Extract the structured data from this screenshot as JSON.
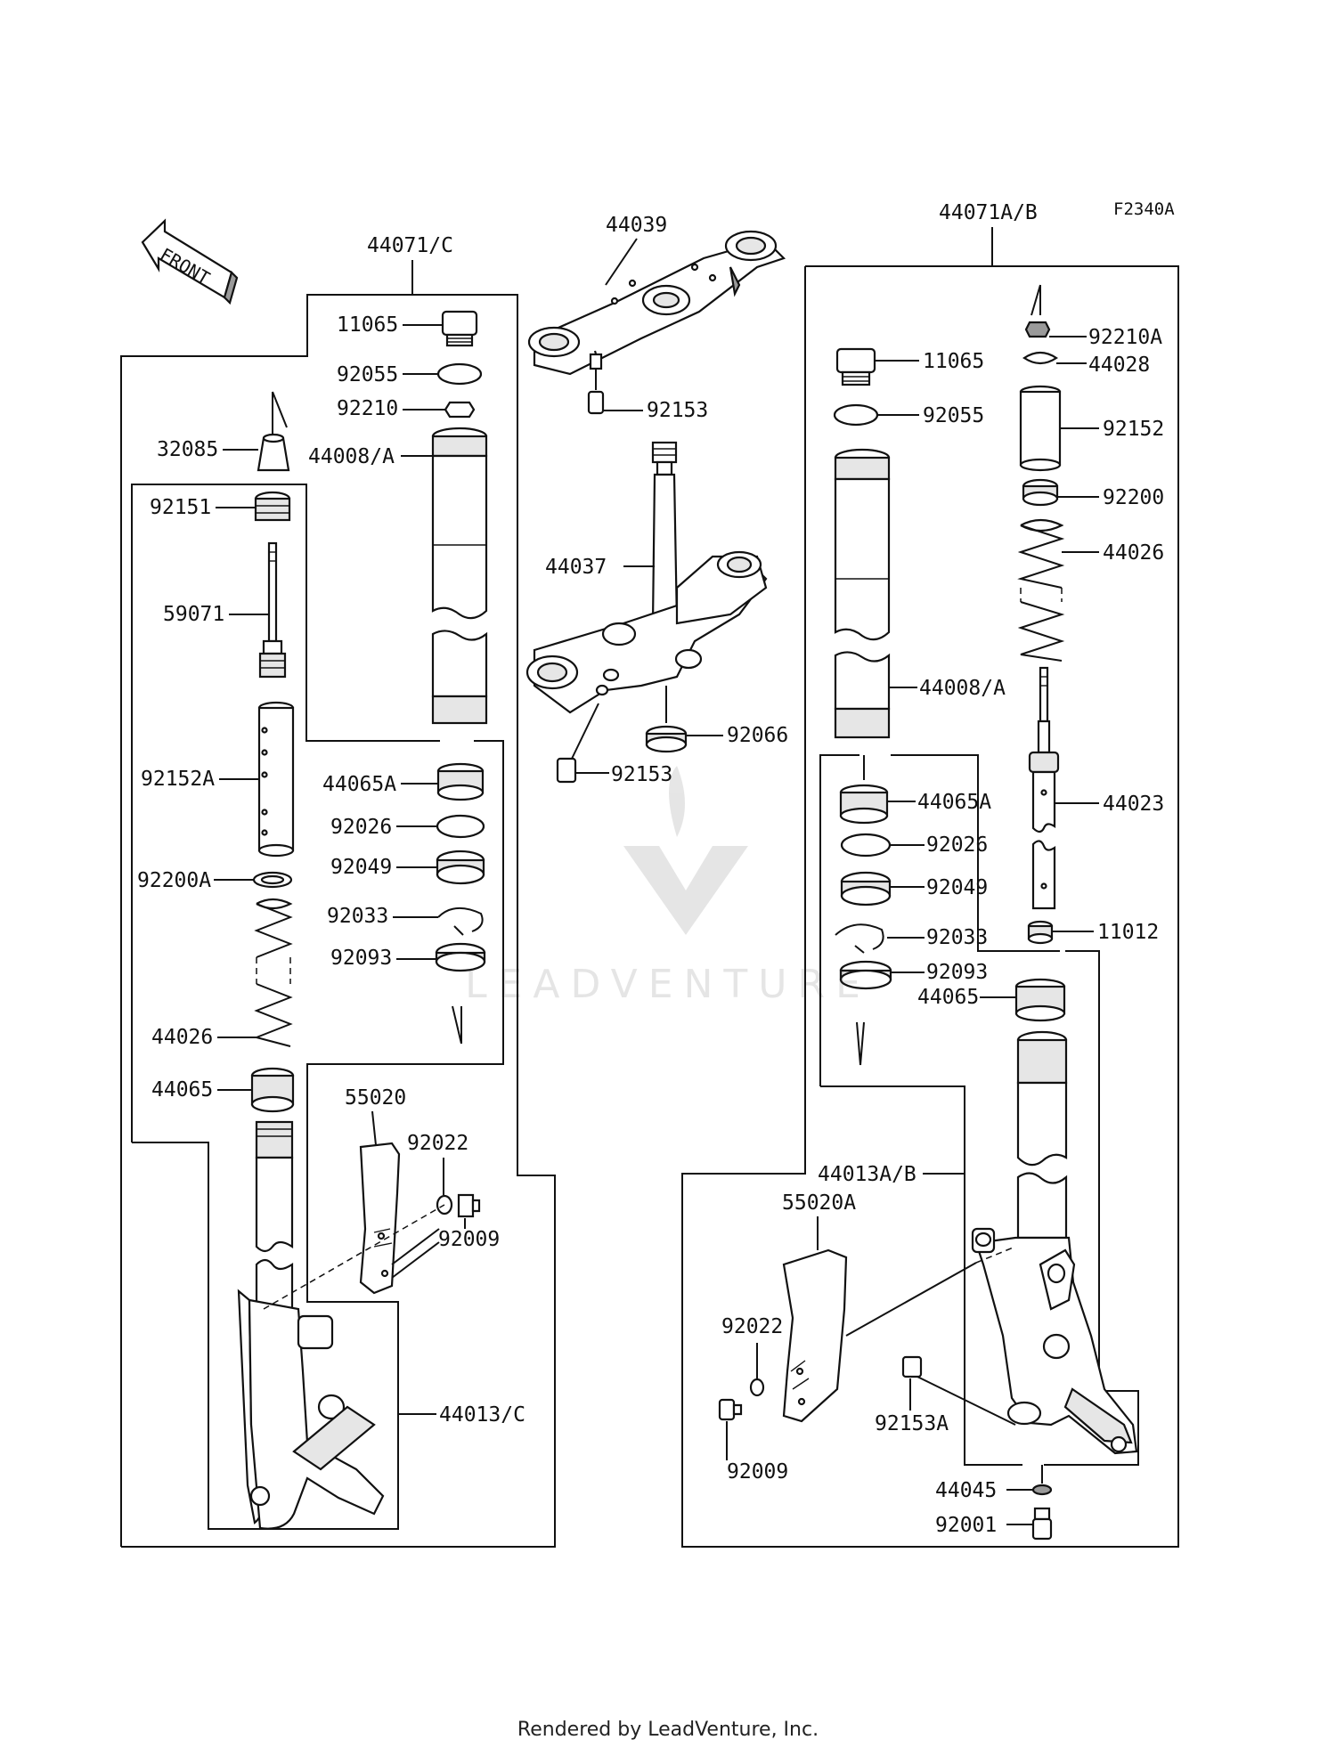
{
  "diagram_code": "F2340A",
  "front_label": "FRONT",
  "footer": "Rendered by LeadVenture, Inc.",
  "watermark": "LEADVENTURE",
  "groups": {
    "left_fork": "44071/C",
    "top_bracket": "44039",
    "right_fork": "44071A/B"
  },
  "parts": {
    "p11065_l": "11065",
    "p92055_l": "92055",
    "p92210_l": "92210",
    "p32085": "32085",
    "p44008a_l": "44008/A",
    "p92151": "92151",
    "p59071": "59071",
    "p92152a": "92152A",
    "p92200a": "92200A",
    "p44026_l": "44026",
    "p44065_l": "44065",
    "p44065a_l": "44065A",
    "p92026_l": "92026",
    "p92049_l": "92049",
    "p92033_l": "92033",
    "p92093_l": "92093",
    "p55020": "55020",
    "p92022_l": "92022",
    "p92009_l": "92009",
    "p44013c": "44013/C",
    "p92153_top": "92153",
    "p44037": "44037",
    "p92066": "92066",
    "p92153_low": "92153",
    "p92210a": "92210A",
    "p11065_r": "11065",
    "p44028": "44028",
    "p92055_r": "92055",
    "p92152": "92152",
    "p92200": "92200",
    "p44026_r": "44026",
    "p44008a_r": "44008/A",
    "p44065a_r": "44065A",
    "p44023": "44023",
    "p92026_r": "92026",
    "p92049_r": "92049",
    "p92033_r": "92033",
    "p11012": "11012",
    "p92093_r": "92093",
    "p44065_r": "44065",
    "p44013ab": "44013A/B",
    "p55020a": "55020A",
    "p92022_r": "92022",
    "p92153a": "92153A",
    "p92009_r": "92009",
    "p44045": "44045",
    "p92001": "92001"
  }
}
